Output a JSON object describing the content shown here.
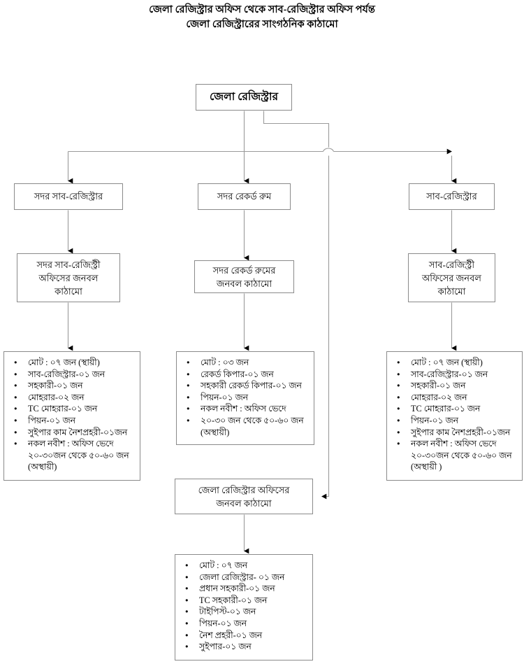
{
  "header": {
    "line1": "জেলা রেজিস্ট্রার অফিস থেকে সাব-রেজিস্ট্রার অফিস পর্যন্ত",
    "line2": "জেলা রেজিস্ট্রারের সাংগঠনিক কাঠামো"
  },
  "nodes": {
    "root": "জেলা রেজিস্ট্রার",
    "sadar_sub_registrar": "সদর সাব-রেজিস্ট্রার",
    "sadar_record_room": "সদর রেকর্ড রুম",
    "sub_registrar": "সাব-রেজিস্ট্রার",
    "sadar_sub_registry_manpower": "সদর সাব-রেজিস্ট্রী\nঅফিসের জনবল\nকাঠামো",
    "sadar_record_room_manpower": "সদর রেকর্ড রুমের\nজনবল কাঠামো",
    "sub_registry_manpower": "সাব-রেজিস্ট্রী\nঅফিসের জনবল\nকাঠামো",
    "district_registrar_office_manpower": "জেলা রেজিস্ট্রার অফিসের\nজনবল কাঠামো"
  },
  "lists": {
    "sadar_sub_registry": [
      {
        "text": "মোট : ০৭ জন (স্থায়ী)",
        "bullet": true
      },
      {
        "text": "সাব-রেজিস্ট্রার-০১ জন",
        "bullet": true
      },
      {
        "text": "সহকারী-০১ জন",
        "bullet": true
      },
      {
        "text": "মোহরার-০২ জন",
        "bullet": true
      },
      {
        "text": "TC মোহরার-০১ জন",
        "bullet": true
      },
      {
        "text": "পিয়ন-০১ জন",
        "bullet": true
      },
      {
        "text": "সুইপার কাম নৈশপ্রহরী-০১জন",
        "bullet": true
      },
      {
        "text": "নকল নবীশ : অফিস ভেদে",
        "bullet": true
      },
      {
        "text": "২০-৩০জন থেকে ৫০-৬০ জন",
        "bullet": false
      },
      {
        "text": "(অস্থায়ী)",
        "bullet": false
      }
    ],
    "sadar_record_room": [
      {
        "text": "মোট : ০৩ জন",
        "bullet": true
      },
      {
        "text": "রেকর্ড কিপার-০১ জন",
        "bullet": true
      },
      {
        "text": "সহকারী রেকর্ড কিপার-০১ জন",
        "bullet": true
      },
      {
        "text": "পিয়ন-০১ জন",
        "bullet": true
      },
      {
        "text": "নকল নবীশ : অফিস ভেদে",
        "bullet": true
      },
      {
        "text": "২০-৩০ জন থেকে ৫০-৬০ জন",
        "bullet": true
      },
      {
        "text": "(অস্থায়ী)",
        "bullet": false
      }
    ],
    "sub_registry": [
      {
        "text": "মোট : ০৭ জন (স্থায়ী)",
        "bullet": true
      },
      {
        "text": "সাব-রেজিস্ট্রার-০১ জন",
        "bullet": true
      },
      {
        "text": "সহকারী-০১ জন",
        "bullet": true
      },
      {
        "text": "মোহরার-০২ জন",
        "bullet": true
      },
      {
        "text": "TC মোহরার-০১ জন",
        "bullet": true
      },
      {
        "text": "পিয়ন-০১ জন",
        "bullet": true
      },
      {
        "text": "সুইপার কাম নৈশপ্রহরী-০১জন",
        "bullet": true
      },
      {
        "text": "নকল নবীশ : অফিস ভেদে",
        "bullet": true
      },
      {
        "text": "২০-৩০জন থেকে ৫০-৬০ জন",
        "bullet": false
      },
      {
        "text": "(অস্থায়ী )",
        "bullet": false
      }
    ],
    "district_registrar_office": [
      {
        "text": "মোট : ০৭ জন",
        "bullet": true
      },
      {
        "text": "জেলা রেজিস্ট্রার- ০১ জন",
        "bullet": true
      },
      {
        "text": "প্রধান সহকারী-০১ জন",
        "bullet": true
      },
      {
        "text": "TC সহকারী-০১ জন",
        "bullet": true
      },
      {
        "text": "টাইপিস্ট-০১ জন",
        "bullet": true
      },
      {
        "text": "পিয়ন-০১ জন",
        "bullet": true
      },
      {
        "text": "নৈশ প্রহরী-০১ জন",
        "bullet": true
      },
      {
        "text": "সুইপার-০১ জন",
        "bullet": true
      }
    ]
  },
  "colors": {
    "border": "#8a8a8a",
    "line": "#9a9a9a",
    "arrow": "#000000",
    "text": "#000000",
    "background": "#ffffff"
  }
}
